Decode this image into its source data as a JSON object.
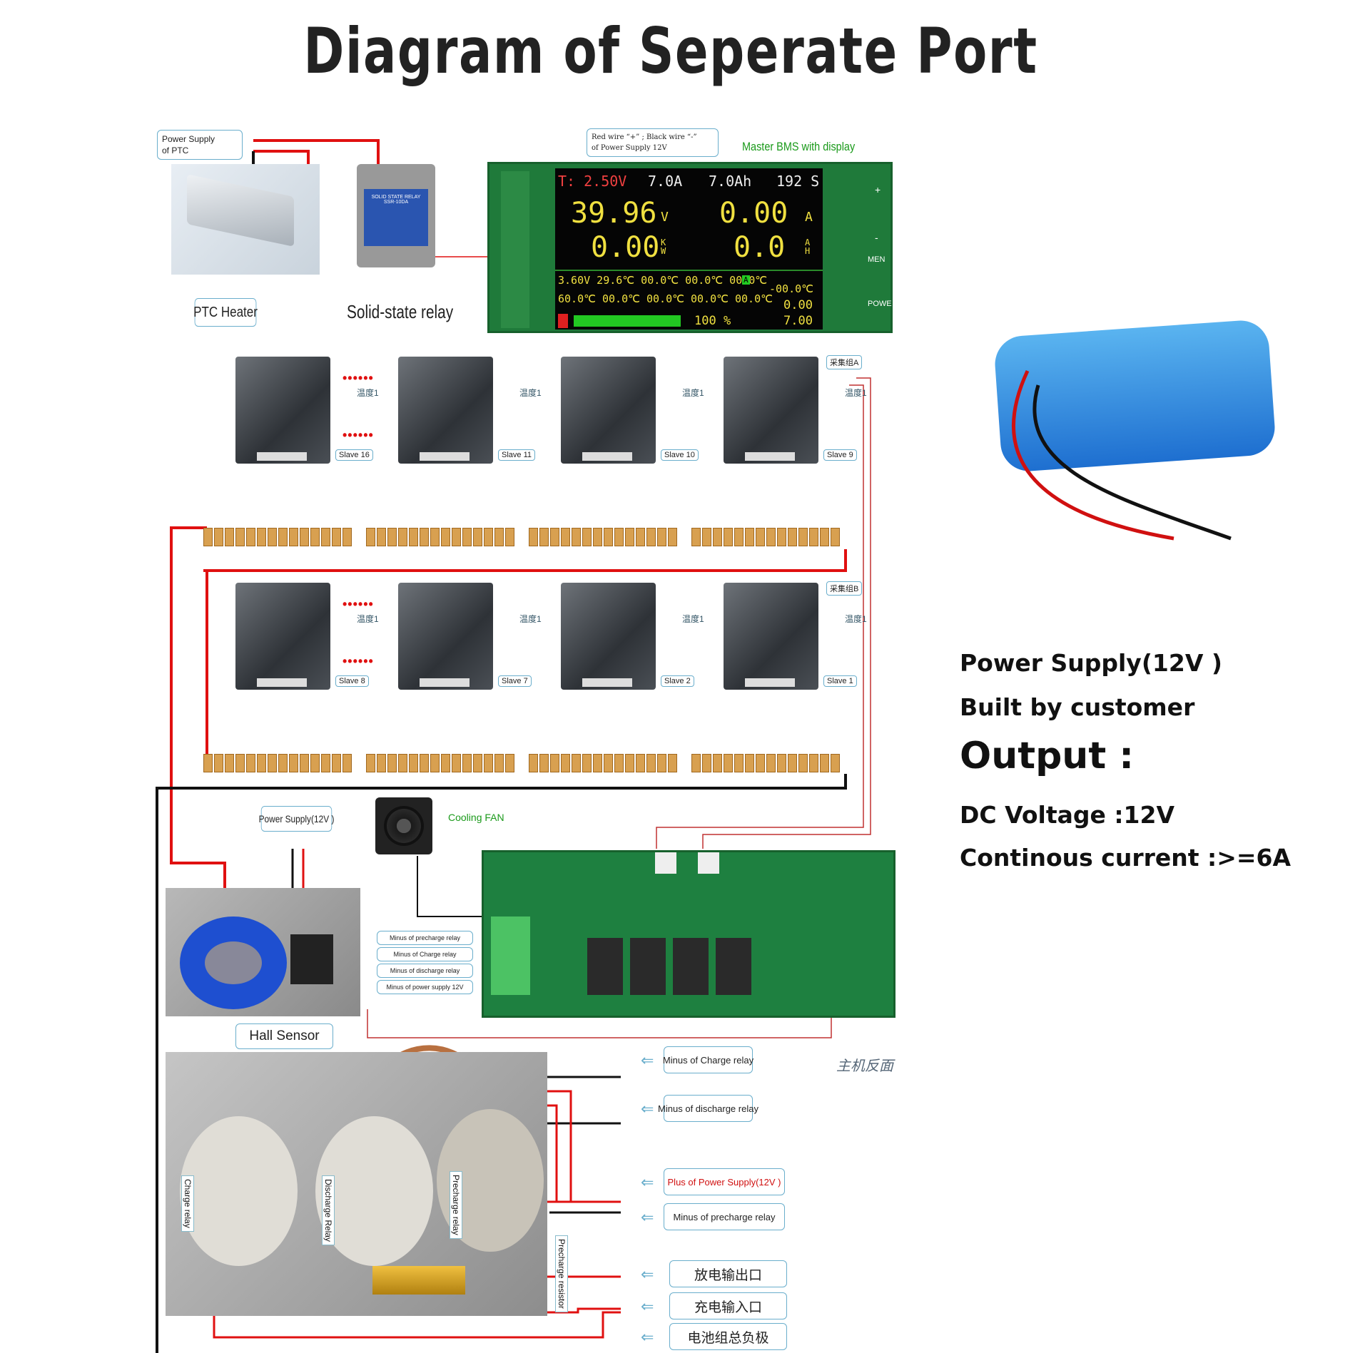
{
  "title": "Diagram  of  Seperate  Port",
  "top": {
    "ptc_supply_label": "Power Supply\nof PTC",
    "ptc_heater": "PTC Heater",
    "ssr": "Solid-state relay",
    "wire_note": "Red wire “+” ; Black wire “-”\nof Power Supply 12V",
    "ssr_body": "SOLID STATE RELAY\nSSR-10DA",
    "master_label": "Master BMS with display"
  },
  "lcd": {
    "row1": [
      "T: 2.50V",
      "7.0A",
      "7.0Ah",
      "192 S"
    ],
    "voltage": "39.96",
    "voltage_unit": "V",
    "current": "0.00",
    "current_unit": "A",
    "power": "0.00",
    "power_unit": "K\nW",
    "capacity": "0.0",
    "capacity_unit": "A\nH",
    "row4": "3.60V 29.6℃ 00.0℃ 00.0℃ 00.0℃",
    "row4_flag": "A",
    "row5": "60.0℃ 00.0℃ 00.0℃ 00.0℃ 00.0℃",
    "right_col": [
      "-00.0℃",
      "0.00",
      "7.00"
    ],
    "soc": "100 %",
    "buttons": [
      "+",
      "-",
      "MEN",
      "POWE"
    ]
  },
  "modules_row1": {
    "slaves": [
      "Slave 16",
      "Slave 11",
      "Slave 10",
      "Slave 9"
    ],
    "temp": "温度1",
    "group": "采集组A"
  },
  "modules_row2": {
    "slaves": [
      "Slave 8",
      "Slave 7",
      "Slave 2",
      "Slave 1"
    ],
    "temp": "温度1",
    "group": "采集组B"
  },
  "lower": {
    "power_supply": "Power Supply(12V )",
    "cooling_fan": "Cooling FAN",
    "hall_sensor": "Hall Sensor",
    "terminal_labels": [
      "Minus of precharge relay",
      "Minus of Charge relay",
      "Minus of discharge relay",
      "Minus of power supply 12V"
    ],
    "host_back": "主机反面"
  },
  "relays": {
    "charge": "Charge relay",
    "discharge": "Discharge Relay",
    "precharge": "Precharge relay",
    "resistor": "Precharge resistor",
    "outputs": [
      {
        "text": "Minus of Charge relay",
        "color": "#222222"
      },
      {
        "text": "Minus of discharge relay",
        "color": "#222222"
      },
      {
        "text": "Plus of Power Supply(12V )",
        "color": "#d01010"
      },
      {
        "text": "Minus of precharge relay",
        "color": "#222222"
      },
      {
        "text": "放电输出口",
        "color": "#222222"
      },
      {
        "text": "充电输入口",
        "color": "#222222"
      },
      {
        "text": "电池组总负极",
        "color": "#222222"
      }
    ]
  },
  "right": {
    "line1": "Power Supply(12V )",
    "line2": "Built by customer",
    "line3": "Output :",
    "line4": "DC Voltage :12V",
    "line5": "Continous current :>=6A"
  },
  "colors": {
    "red_wire": "#e01010",
    "black_wire": "#111111",
    "label_border": "#6aaecc",
    "pcb": "#1f7a3a"
  }
}
